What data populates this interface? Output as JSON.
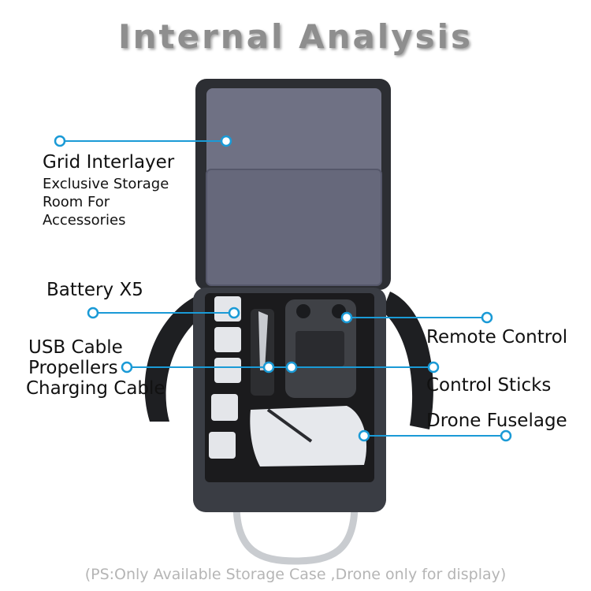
{
  "title": "Internal Analysis",
  "callouts": {
    "grid_interlayer": {
      "heading": "Grid Interlayer",
      "lines": [
        "Exclusive Storage",
        "Room For",
        "Accessories"
      ]
    },
    "battery": "Battery X5",
    "usb_group": [
      "USB Cable",
      "Propellers",
      "Charging Cable"
    ],
    "remote_control": "Remote Control",
    "control_sticks": "Control Sticks",
    "drone_fuselage": "Drone Fuselage"
  },
  "footnote": "(PS:Only Available Storage Case ,Drone only for display)",
  "colors": {
    "callout_line": "#1a9ad6",
    "case_body": "#3a3d44",
    "lid_lining": "#6f7184",
    "foam": "#1b1b1d",
    "title": "#8e8e8e"
  }
}
